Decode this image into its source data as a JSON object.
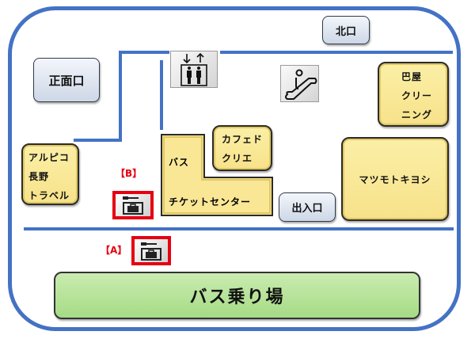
{
  "map": {
    "entrances": {
      "main": "正面口",
      "north": "北口",
      "entrance_exit": "出入口"
    },
    "facilities": {
      "elevator": "elevator-icon",
      "escalator": "escalator-icon"
    },
    "shops": {
      "alpico": [
        "アルピコ",
        "長野",
        "トラベル"
      ],
      "tomoe": [
        "巴屋",
        "クリー",
        "ニング"
      ],
      "cafe": [
        "カフェド",
        "クリエ"
      ],
      "bus_ticket": [
        "バス",
        "チケットセンター"
      ],
      "matsumoto": "マツモトキヨシ"
    },
    "lockers": [
      {
        "label": "【B】",
        "icon": "coin-locker-icon"
      },
      {
        "label": "【A】",
        "icon": "coin-locker-icon"
      }
    ],
    "boarding": "バス乗り場"
  },
  "colors": {
    "wall": "#4472C4",
    "shop_fill": "#F9E796",
    "gate_fill": "#DCE3EE",
    "boarding_fill": "#B5E29A",
    "locker_highlight": "#E60012"
  }
}
